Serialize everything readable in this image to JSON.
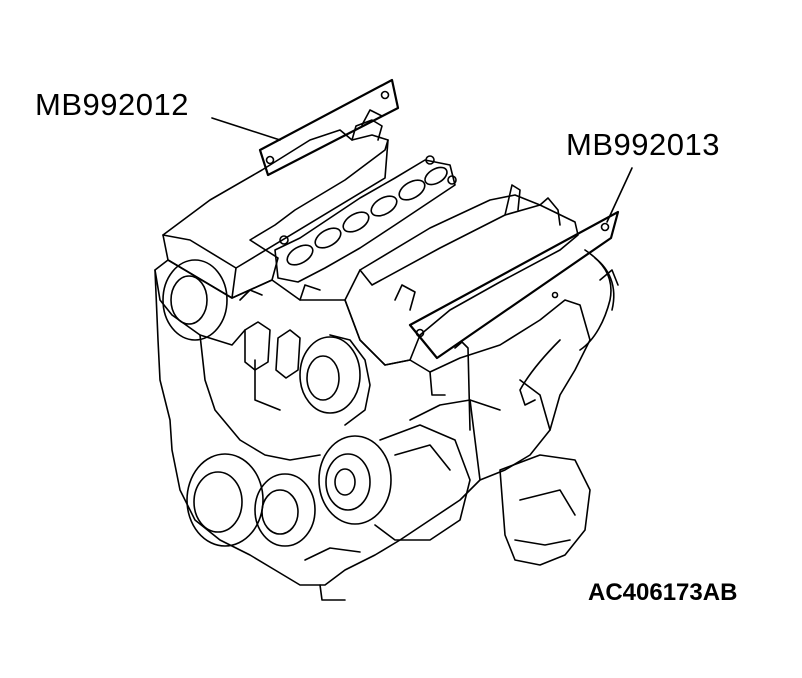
{
  "callouts": {
    "left_tool": "MB992012",
    "right_tool": "MB992013"
  },
  "figure_code": "AC406173AB",
  "colors": {
    "line": "#000000",
    "background": "#ffffff"
  }
}
